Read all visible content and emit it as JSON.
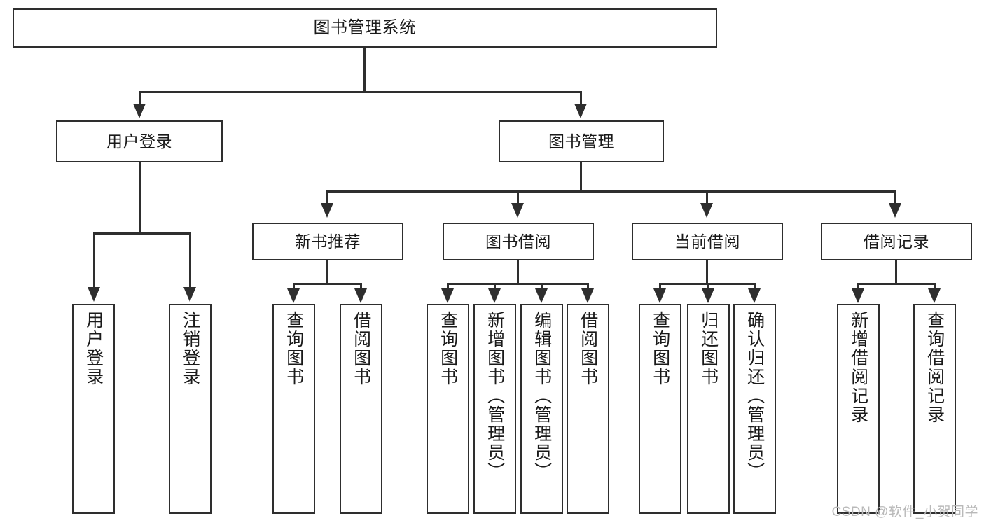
{
  "diagram": {
    "title": "图书管理系统",
    "root": {
      "label": "图书管理系统"
    },
    "level1": [
      {
        "label": "用户登录"
      },
      {
        "label": "图书管理"
      }
    ],
    "level2": [
      {
        "label": "新书推荐"
      },
      {
        "label": "图书借阅"
      },
      {
        "label": "当前借阅"
      },
      {
        "label": "借阅记录"
      }
    ],
    "leaves": {
      "user_login": [
        {
          "label": "用户登录"
        },
        {
          "label": "注销登录"
        }
      ],
      "new_book_recommend": [
        {
          "label": "查询图书"
        },
        {
          "label": "借阅图书"
        }
      ],
      "book_borrow": [
        {
          "label": "查询图书"
        },
        {
          "label": "新增图书（管理员）"
        },
        {
          "label": "编辑图书（管理员）"
        },
        {
          "label": "借阅图书"
        }
      ],
      "current_borrow": [
        {
          "label": "查询图书"
        },
        {
          "label": "归还图书"
        },
        {
          "label": "确认归还（管理员）"
        }
      ],
      "borrow_record": [
        {
          "label": "新增借阅记录"
        },
        {
          "label": "查询借阅记录"
        }
      ]
    }
  },
  "watermark": {
    "text": "CSDN @软件_小贺同学"
  },
  "colors": {
    "line": "#2e2e2e",
    "box_fill": "#ffffff",
    "text": "#1a1a1a",
    "watermark": "#b9b9b9",
    "background": "#ffffff"
  }
}
